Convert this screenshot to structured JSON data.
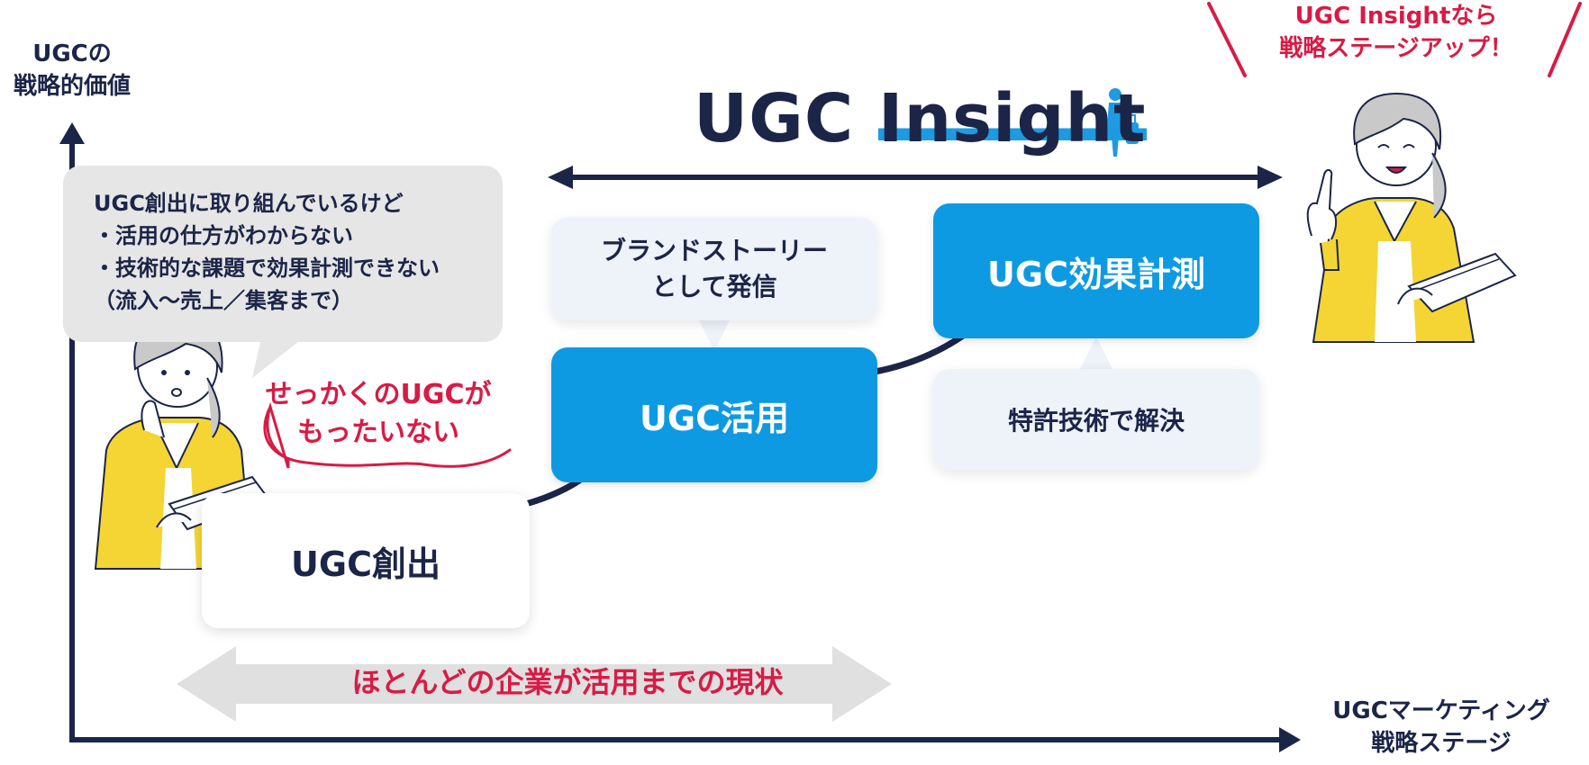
{
  "axes": {
    "y_label_line1": "UGCの",
    "y_label_line2": "戦略的価値",
    "x_label_line1": "UGCマーケティング",
    "x_label_line2": "戦略ステージ"
  },
  "callout": {
    "line1": "UGC Insightなら",
    "line2": "戦略ステージアップ！"
  },
  "logo": {
    "part1": "UGC ",
    "part2": "Insight"
  },
  "worry_bubble": {
    "line1": "UGC創出に取り組んでいるけど",
    "line2": "・活用の仕方がわからない",
    "line3": "・技術的な課題で効果計測できない",
    "line4": "（流入～売上／集客まで）"
  },
  "worry_phrase": {
    "line1": "せっかくのUGCが",
    "line2": "もったいない"
  },
  "stages": {
    "creation": "UGC創出",
    "utilization": "UGC活用",
    "measurement": "UGC効果計測"
  },
  "notes": {
    "brand_line1": "ブランドストーリー",
    "brand_line2": "として発信",
    "patent": "特許技術で解決"
  },
  "current_state": "ほとんどの企業が活用までの現状",
  "colors": {
    "navy": "#1b2548",
    "blue": "#0e9ae2",
    "red": "#d81b45",
    "gray_bubble": "#e6e6e6",
    "pale_bubble": "#eef2f9",
    "yellow": "#f4d533"
  }
}
